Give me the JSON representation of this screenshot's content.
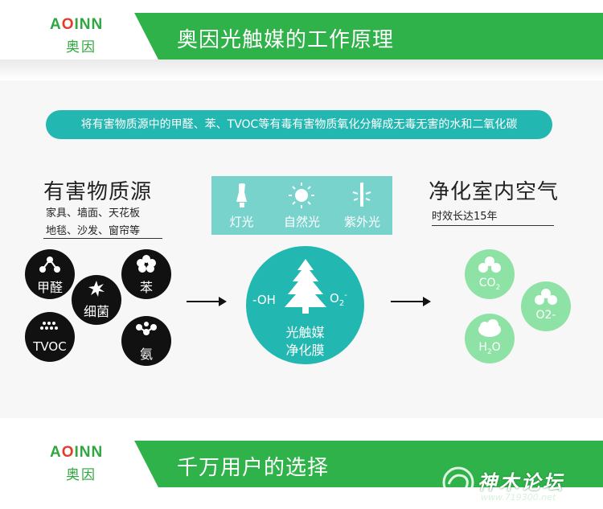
{
  "header": {
    "logo_en_prefix": "A",
    "logo_en_o": "O",
    "logo_en_suffix": "INN",
    "logo_cn": "奥因",
    "title": "奥因光触媒的工作原理"
  },
  "banner": {
    "text": "将有害物质源中的甲醛、苯、TVOC等有毒有害物质氧化分解成无毒无害的水和二氧化碳"
  },
  "left": {
    "title": "有害物质源",
    "sub1": "家具、墙面、天花板",
    "sub2": "地毯、沙发、窗帘等",
    "pollutants": [
      {
        "label": "甲醛",
        "icon": "molecule-icon"
      },
      {
        "label": "苯",
        "icon": "flower-icon"
      },
      {
        "label": "细菌",
        "icon": "bacteria-icon"
      },
      {
        "label": "TVOC",
        "icon": "dots-icon"
      },
      {
        "label": "氨",
        "icon": "molecule-icon"
      }
    ]
  },
  "light": {
    "items": [
      {
        "label": "灯光",
        "icon": "lamp-icon"
      },
      {
        "label": "自然光",
        "icon": "sun-icon"
      },
      {
        "label": "紫外光",
        "icon": "uv-light-icon"
      }
    ]
  },
  "center": {
    "oh": "-OH",
    "o2_base": "O",
    "o2_sub": "2",
    "o2_sup": "-",
    "name1": "光触媒",
    "name2": "净化膜"
  },
  "right": {
    "title": "净化室内空气",
    "sub": "时效长达15年",
    "gases": [
      {
        "base": "CO",
        "sub": "2",
        "tail": ""
      },
      {
        "base": "O2-",
        "sub": "",
        "tail": ""
      },
      {
        "base": "H",
        "sub": "2",
        "tail": "O"
      }
    ]
  },
  "footer": {
    "logo_en_prefix": "A",
    "logo_en_o": "O",
    "logo_en_suffix": "INN",
    "logo_cn": "奥因",
    "title": "千万用户的选择"
  },
  "watermark": {
    "title": "神木论坛",
    "url": "www.719300.net"
  },
  "colors": {
    "brand_green": "#2fb24a",
    "teal": "#22b7b0",
    "light_teal": "#79d3cd",
    "gas_green": "#8fe2a5",
    "pollutant_black": "#111111"
  }
}
